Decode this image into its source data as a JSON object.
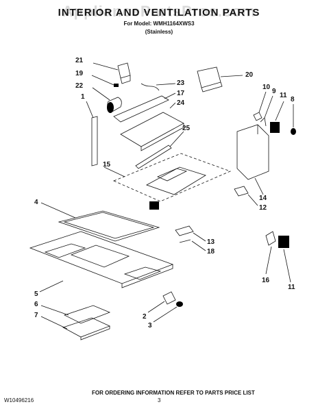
{
  "header": {
    "watermark": "AppliancePartsPros.com",
    "title": "INTERIOR AND VENTILATION PARTS",
    "model_line": "For Model: WMH1164XWS3",
    "variant_line": "(Stainless)"
  },
  "callouts": {
    "c1": "1",
    "c2": "2",
    "c3": "3",
    "c4": "4",
    "c5": "5",
    "c6": "6",
    "c7": "7",
    "c8": "8",
    "c9": "9",
    "c10": "10",
    "c11a": "11",
    "c11b": "11",
    "c12": "12",
    "c13": "13",
    "c14": "14",
    "c15": "15",
    "c16": "16",
    "c17": "17",
    "c18": "18",
    "c19": "19",
    "c20": "20",
    "c21": "21",
    "c22": "22",
    "c23": "23",
    "c24": "24",
    "c25": "25"
  },
  "footer": {
    "doc_number": "W10496216",
    "ordering_note": "FOR ORDERING INFORMATION REFER TO PARTS PRICE LIST",
    "page_number": "3"
  }
}
